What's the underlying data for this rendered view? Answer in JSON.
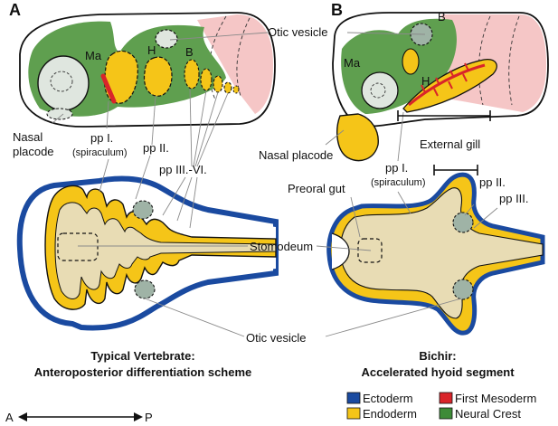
{
  "panels": {
    "a_letter": "A",
    "b_letter": "B"
  },
  "labels_a": {
    "ma": "Ma",
    "h": "H",
    "b": "B",
    "nasal_placode_line1": "Nasal",
    "nasal_placode_line2": "placode",
    "pp1": "pp I.",
    "spiraculum": "(spiraculum)",
    "pp2": "pp II.",
    "pp3_6": "pp III.-VI."
  },
  "labels_center": {
    "otic_vesicle_top": "Otic vesicle",
    "stomodeum": "Stomodeum",
    "otic_vesicle_bottom": "Otic vesicle"
  },
  "labels_b": {
    "b": "B",
    "ma": "Ma",
    "h": "H",
    "nasal_placode": "Nasal placode",
    "external_gill": "External gill",
    "pp1": "pp I.",
    "spiraculum": "(spiraculum)",
    "preoral_gut": "Preoral gut",
    "pp2": "pp II.",
    "pp3": "pp III."
  },
  "captions": {
    "a_line1": "Typical Vertebrate:",
    "a_line2": "Anteroposterior differentiation scheme",
    "b_line1": "Bichir:",
    "b_line2": "Accelerated hyoid segment"
  },
  "axis": {
    "anterior": "A",
    "posterior": "P"
  },
  "legend": [
    {
      "label": "Ectoderm",
      "color": "#1a4aa0"
    },
    {
      "label": "First Mesoderm",
      "color": "#d9242a"
    },
    {
      "label": "Endoderm",
      "color": "#f5c518"
    },
    {
      "label": "Neural Crest",
      "color": "#3d8b37"
    }
  ],
  "colors": {
    "ectoderm": "#1a4aa0",
    "endoderm": "#f5c518",
    "neural_crest": "#5f9f4f",
    "mesoderm": "#d9242a",
    "stomodeum": "#e8dcb4",
    "otic": "#9fb3a6",
    "pink": "#f5c6c6"
  }
}
